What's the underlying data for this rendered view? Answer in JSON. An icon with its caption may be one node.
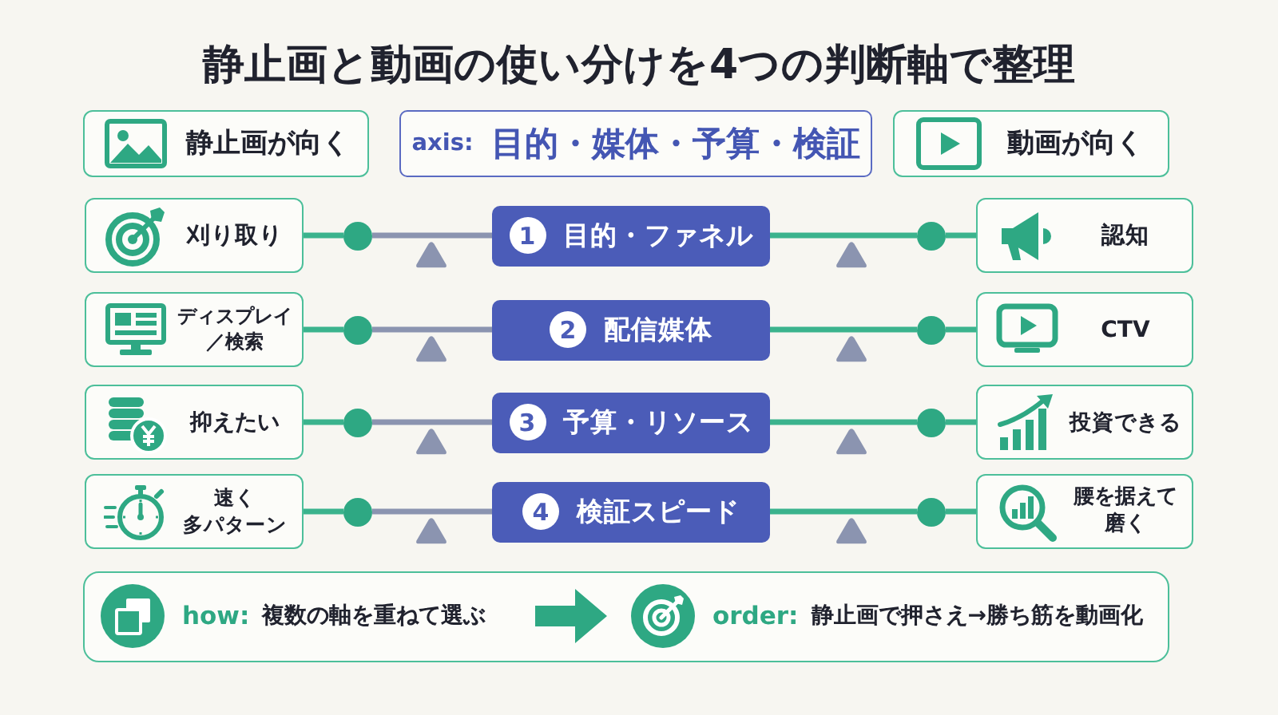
{
  "diagram": {
    "title": "静止画と動画の使い分けを4つの判断軸で整理",
    "nodes": [
      {
        "text": [
          "静止画が向く"
        ]
      },
      {
        "text": [
          "axis:",
          "目的・媒体・予算・検証"
        ]
      },
      {
        "text": [
          "動画が向く"
        ]
      },
      {
        "text": [
          "刈り取り"
        ]
      },
      {
        "text": [],
        "shape": "circle"
      },
      {
        "text": [
          "1",
          "目的・ファネル"
        ]
      },
      {
        "text": [],
        "shape": "circle"
      },
      {
        "text": [
          "認知"
        ]
      },
      {
        "text": [
          "ディスプレイ／検索"
        ]
      },
      {
        "text": [],
        "shape": "circle"
      },
      {
        "text": [
          "2",
          "配信媒体"
        ]
      },
      {
        "text": [],
        "shape": "circle"
      },
      {
        "text": [
          "CTV"
        ]
      },
      {
        "text": [
          "抑えたい"
        ]
      },
      {
        "text": [],
        "shape": "circle"
      },
      {
        "text": [
          "3",
          "予算・リソース"
        ]
      },
      {
        "text": [],
        "shape": "circle"
      },
      {
        "text": [
          "投資できる"
        ]
      },
      {
        "text": [
          "速く多パターン"
        ]
      },
      {
        "text": [],
        "shape": "circle"
      },
      {
        "text": [
          "4",
          "検証スピード"
        ]
      },
      {
        "text": [],
        "shape": "circle"
      },
      {
        "text": [
          "腰を据えて磨く"
        ]
      },
      {
        "text": [],
        "shape": "box"
      },
      {
        "text": [
          "how:",
          "複数の軸を重ねて選ぶ"
        ],
        "in": 23
      },
      {
        "text": [
          "order:",
          "静止画で押さえ→勝ち筋を動画化"
        ],
        "in": 23
      }
    ],
    "edges": [
      {
        "from": 3,
        "to": 4,
        "arrow": "none"
      },
      {
        "from": 4,
        "to": 5,
        "arrow": "none",
        "color": "#8b94b0"
      },
      {
        "from": 5,
        "to": 6,
        "arrow": "none"
      },
      {
        "from": 6,
        "to": 7,
        "arrow": "none"
      },
      {
        "from": 8,
        "to": 9,
        "arrow": "none"
      },
      {
        "from": 9,
        "to": 10,
        "arrow": "none",
        "color": "#8b94b0"
      },
      {
        "from": 10,
        "to": 11,
        "arrow": "none"
      },
      {
        "from": 11,
        "to": 12,
        "arrow": "none"
      },
      {
        "from": 13,
        "to": 14,
        "arrow": "none"
      },
      {
        "from": 14,
        "to": 15,
        "arrow": "none",
        "color": "#8b94b0"
      },
      {
        "from": 15,
        "to": 16,
        "arrow": "none"
      },
      {
        "from": 16,
        "to": 17,
        "arrow": "none"
      },
      {
        "from": 18,
        "to": 19,
        "arrow": "none"
      },
      {
        "from": 19,
        "to": 20,
        "arrow": "none",
        "color": "#8b94b0"
      },
      {
        "from": 20,
        "to": 21,
        "arrow": "none"
      },
      {
        "from": 21,
        "to": 22,
        "arrow": "none"
      },
      {
        "from": 24,
        "to": 25,
        "arrow": "to",
        "style": "thick"
      }
    ]
  }
}
